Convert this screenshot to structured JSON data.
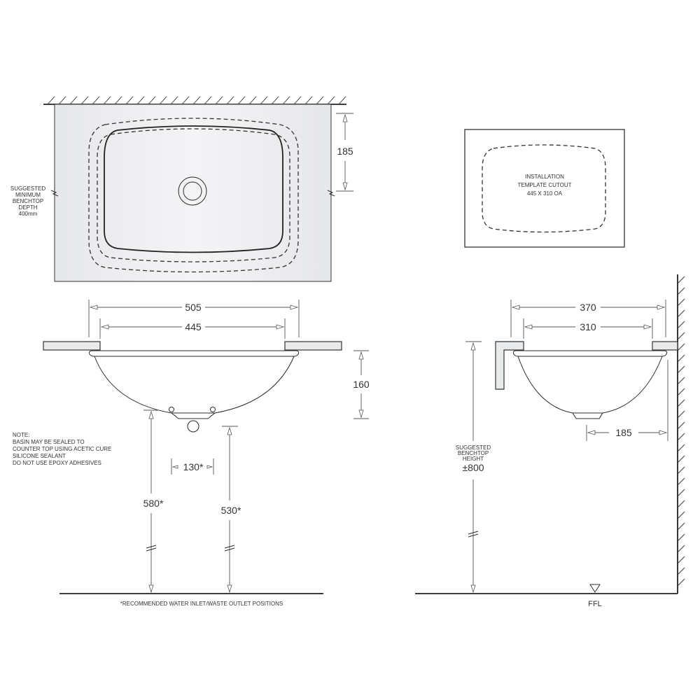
{
  "plan_view": {
    "dim_drain_offset": "185",
    "benchtop_label": [
      "SUGGESTED",
      "MINIMUM",
      "BENCHTOP",
      "DEPTH",
      "400mm"
    ]
  },
  "template": {
    "lines": [
      "INSTALLATION",
      "TEMPLATE CUTOUT",
      "445 X 310 OA"
    ]
  },
  "front_elevation": {
    "dim_overall_width": "505",
    "dim_cutout_width": "445",
    "dim_depth": "160",
    "dim_waste_spacing": "130*",
    "dim_inlet_height": "580*",
    "dim_outlet_height": "530*"
  },
  "note": {
    "lines": [
      "NOTE:",
      "BASIN MAY BE SEALED TO",
      "COUNTER TOP USING ACETIC CURE",
      "SILICONE SEALANT",
      "DO NOT USE EPOXY ADHESIVES"
    ]
  },
  "footnote": "*RECOMMENDED WATER INLET/WASTE OUTLET POSITIONS",
  "side_elevation": {
    "dim_overall_depth": "370",
    "dim_cutout_depth": "310",
    "dim_wall_to_center": "185",
    "height_label": [
      "SUGGESTED",
      "BENCHTOP",
      "HEIGHT"
    ],
    "height_value": "±800",
    "floor_label": "FFL"
  }
}
